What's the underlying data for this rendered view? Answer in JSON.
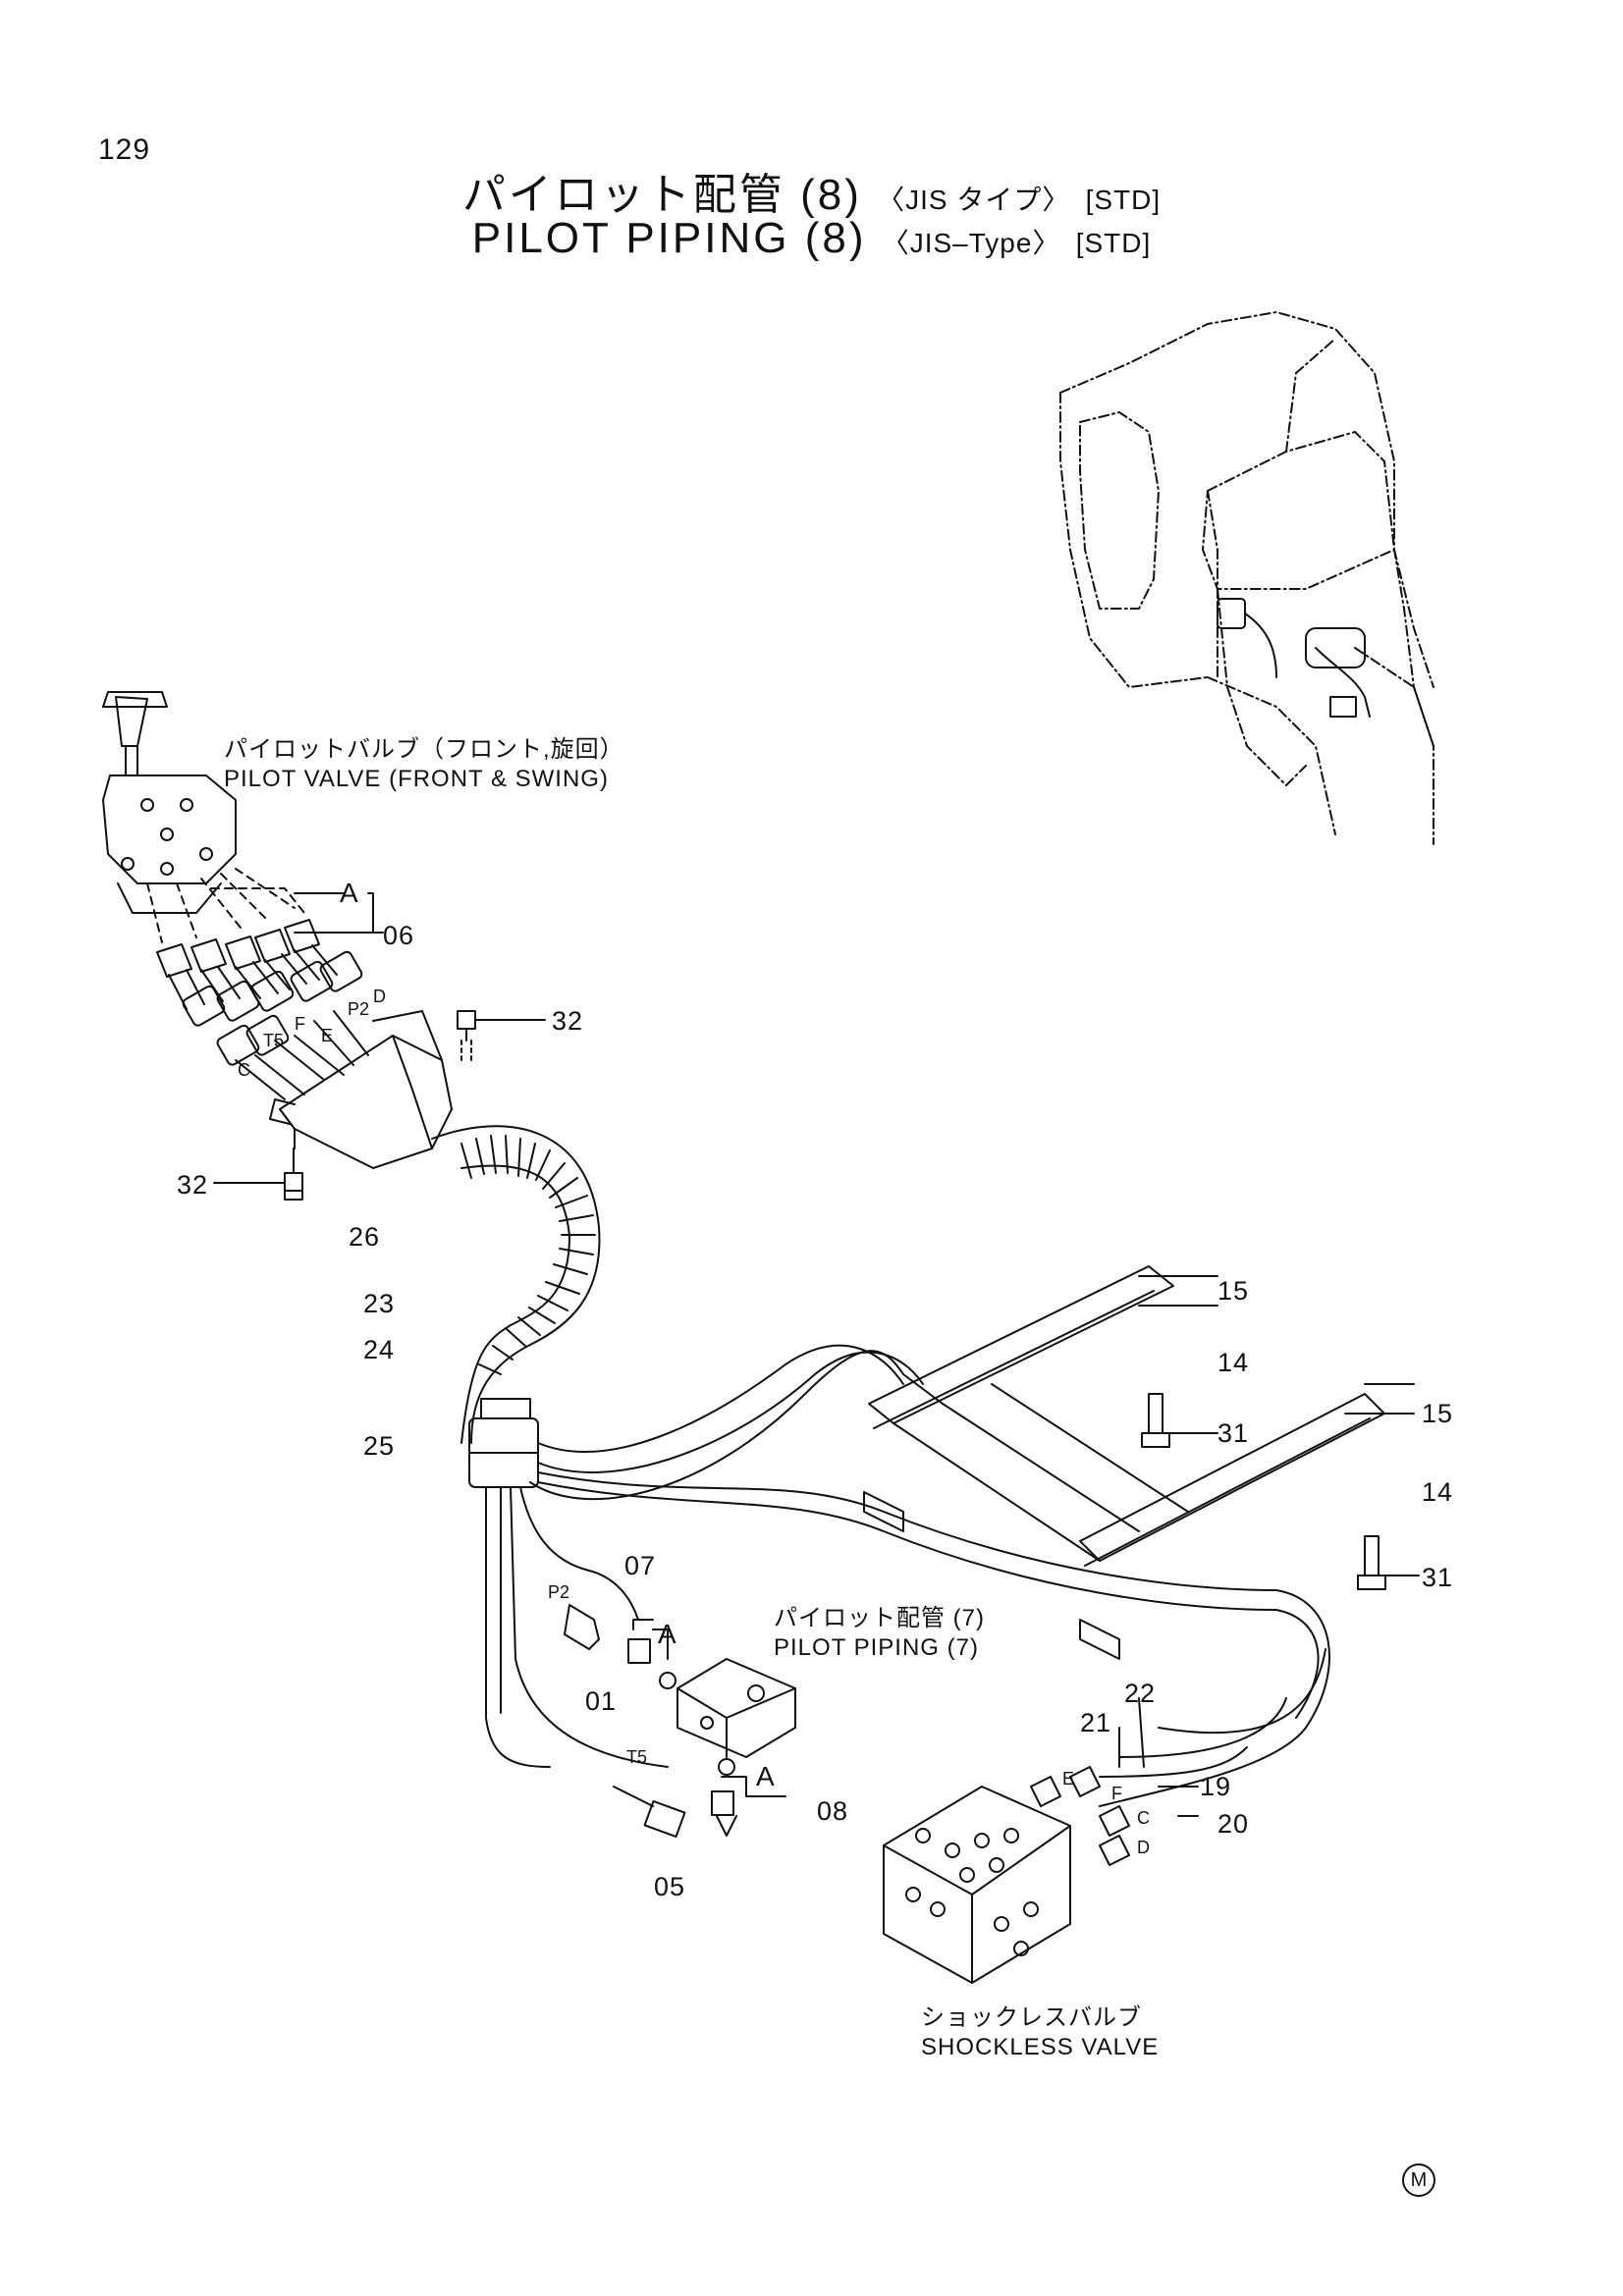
{
  "page_number": "129",
  "title": {
    "jp_main": "パイロット配管",
    "jp_num": "(8)",
    "jp_type": "〈JIS タイプ〉",
    "jp_std": "[STD]",
    "en_main": "PILOT PIPING",
    "en_num": "(8)",
    "en_type": "〈JIS–Type〉",
    "en_std": "[STD]"
  },
  "callouts": {
    "pilot_valve_jp": "パイロットバルブ（フロント,旋回）",
    "pilot_valve_en": "PILOT VALVE (FRONT & SWING)",
    "pilot_piping_jp": "パイロット配管 (7)",
    "pilot_piping_en": "PILOT PIPING (7)",
    "shockless_jp": "ショックレスバルブ",
    "shockless_en": "SHOCKLESS VALVE"
  },
  "part_numbers": {
    "p06": "06",
    "p32a": "32",
    "p32b": "32",
    "p26": "26",
    "p23": "23",
    "p24": "24",
    "p25": "25",
    "p15a": "15",
    "p14a": "14",
    "p31a": "31",
    "p15b": "15",
    "p14b": "14",
    "p31b": "31",
    "p07": "07",
    "p01": "01",
    "p05": "05",
    "p08": "08",
    "p21": "21",
    "p22": "22",
    "p19": "19",
    "p20": "20"
  },
  "port_labels": {
    "d": "D",
    "p2_top": "P2",
    "f": "F",
    "e": "E",
    "t5_top": "T5",
    "c": "C",
    "p2_low": "P2",
    "t5_low": "T5",
    "e_right": "E",
    "f_right": "F",
    "c_right": "C",
    "d_right": "D"
  },
  "ref_letters": {
    "a_top": "A",
    "a_mid": "A",
    "a_low": "A"
  },
  "mark": "M"
}
